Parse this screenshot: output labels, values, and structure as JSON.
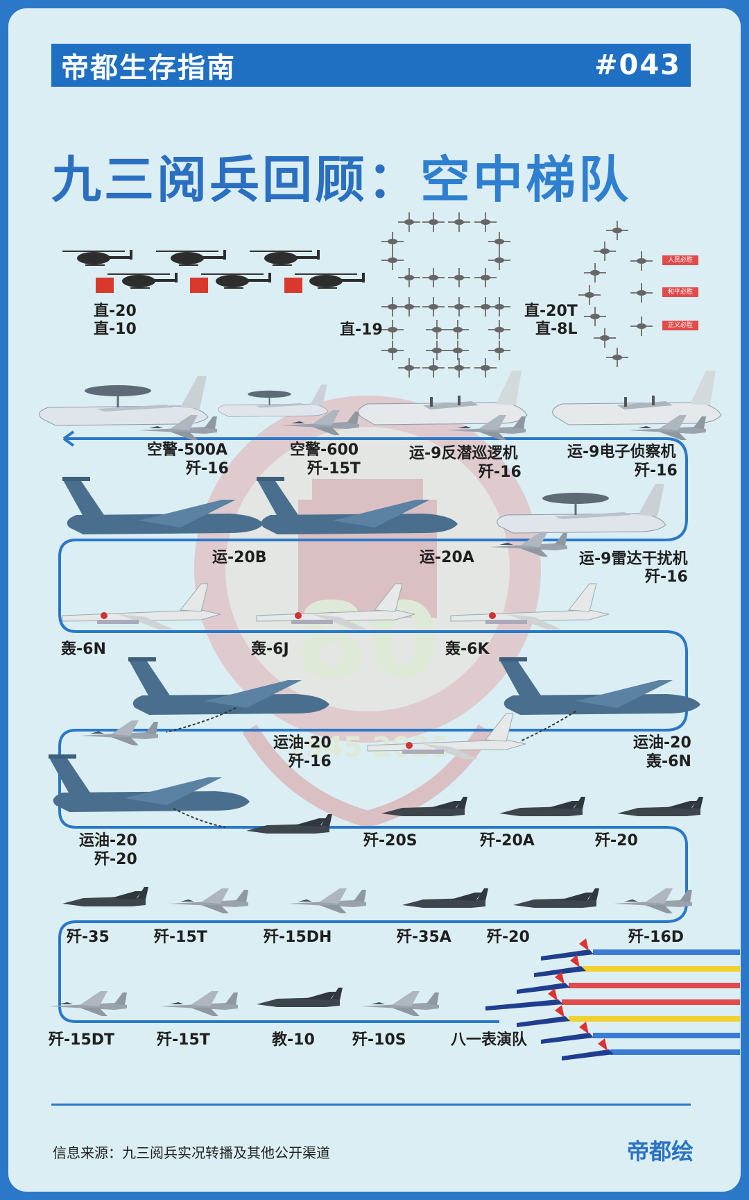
{
  "header": {
    "brand": "帝都生存指南",
    "issue": "#043"
  },
  "title": {
    "part1": "九三阅兵回顾：",
    "part2": "空中梯队"
  },
  "emblem_text": {
    "number": "80",
    "years": "1945 2025"
  },
  "badges": [
    "人民必胜",
    "和平必胜",
    "正义必胜"
  ],
  "labels": {
    "zhi20": "直-20",
    "zhi10": "直-10",
    "zhi19": "直-19",
    "zhi20t": "直-20T",
    "zhi8l": "直-8L",
    "kj500a": "空警-500A",
    "j16_a": "歼-16",
    "kj600": "空警-600",
    "j15t_a": "歼-15T",
    "y9asw": "运-9反潜巡逻机",
    "j16_b": "歼-16",
    "y9elint": "运-9电子侦察机",
    "j16_c": "歼-16",
    "y20b": "运-20B",
    "y20a": "运-20A",
    "y9radar": "运-9雷达干扰机",
    "j16_d": "歼-16",
    "h6n": "轰-6N",
    "h6j": "轰-6J",
    "h6k": "轰-6K",
    "yy20_a": "运油-20",
    "j16_e": "歼-16",
    "yy20_b": "运油-20",
    "h6n_b": "轰-6N",
    "yy20_c": "运油-20",
    "j20_a": "歼-20",
    "j20s": "歼-20S",
    "j20a": "歼-20A",
    "j20_b": "歼-20",
    "j35": "歼-35",
    "j15t_b": "歼-15T",
    "j15dh": "歼-15DH",
    "j35a": "歼-35A",
    "j20_c": "歼-20",
    "j16d": "歼-16D",
    "j15dt": "歼-15DT",
    "j15t_c": "歼-15T",
    "jl10": "教-10",
    "j10s": "歼-10S",
    "bayi": "八一表演队"
  },
  "footer": {
    "source": "信息来源：九三阅兵实况转播及其他公开渠道",
    "signature": "帝都绘"
  },
  "colors": {
    "accent": "#1f6fc3",
    "background": "#dbeef3",
    "route": "#2a78c9"
  }
}
